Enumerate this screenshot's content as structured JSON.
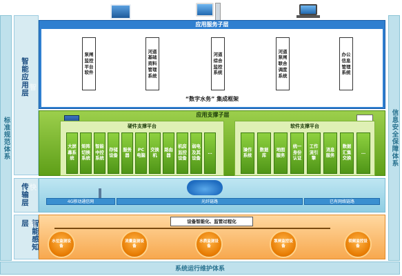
{
  "left_rail": "标准规范体系",
  "right_rail": "信息安全保障体系",
  "bottom_bar": "系统运行维护体系",
  "layers": {
    "app": {
      "label": "智能应用层",
      "watermark": "智"
    },
    "trans": {
      "label": "传输层",
      "watermark": "快"
    },
    "sense": {
      "label": "智能感知层",
      "watermark": "准"
    }
  },
  "service": {
    "title": "应用服务子层",
    "framework": "“数字水务” 集成框架",
    "items": [
      "泵闸监控平台软件",
      "河道基础资料管理系统",
      "河道综合监控系统",
      "河道泵闸联合调度系统",
      "办公信息管理系统"
    ]
  },
  "support": {
    "title": "应用支撑子层",
    "hardware_title": "硬件支撑平台",
    "software_title": "软件支撑平台",
    "hardware_items": [
      "大屏幕系统",
      "矩阵切换系统",
      "智能中控系统",
      "存储设备",
      "服务器",
      "PC电脑",
      "交换机",
      "路由器",
      "机房监控设备",
      "弱电及其设备",
      "…"
    ],
    "software_items": [
      "操作系统",
      "数据库",
      "地图服务",
      "统一身份认证",
      "工作流引擎",
      "消息服务",
      "数据汇集交换",
      "…"
    ]
  },
  "transport": {
    "links": [
      "4G移动通信网",
      "光纤链路",
      "已有网络链路"
    ]
  },
  "sensing": {
    "center": "设备智能化、监管过程化",
    "sensors": [
      "水位监测设备",
      "流量监测设备",
      "水质监测设备",
      "泵闸监控设备",
      "视频监控设备"
    ]
  }
}
